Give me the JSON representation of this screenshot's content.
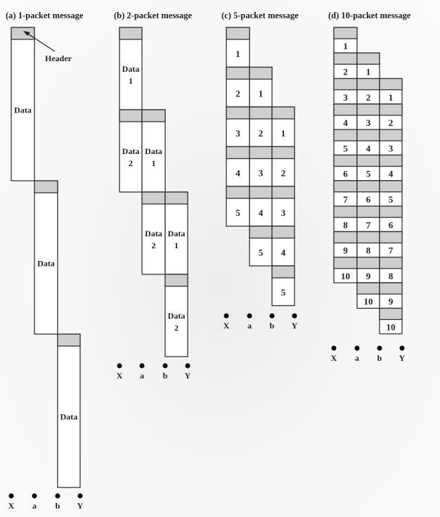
{
  "header_annotation": "Header",
  "colors": {
    "header_fill": "#cfcfcf",
    "data_fill": "#ffffff",
    "stroke": "#333333"
  },
  "panels": [
    {
      "title": "(a) 1-packet message",
      "packets": 1,
      "data_label": "Data",
      "numbered": false,
      "nodes": [
        "X",
        "a",
        "b",
        "Y"
      ]
    },
    {
      "title": "(b) 2-packet message",
      "packets": 2,
      "data_label": "Data",
      "numbered": true,
      "nodes": [
        "X",
        "a",
        "b",
        "Y"
      ]
    },
    {
      "title": "(c) 5-packet message",
      "packets": 5,
      "data_label": "",
      "numbered": true,
      "nodes": [
        "X",
        "a",
        "b",
        "Y"
      ]
    },
    {
      "title": "(d) 10-packet message",
      "packets": 10,
      "data_label": "",
      "numbered": true,
      "nodes": [
        "X",
        "a",
        "b",
        "Y"
      ]
    }
  ]
}
